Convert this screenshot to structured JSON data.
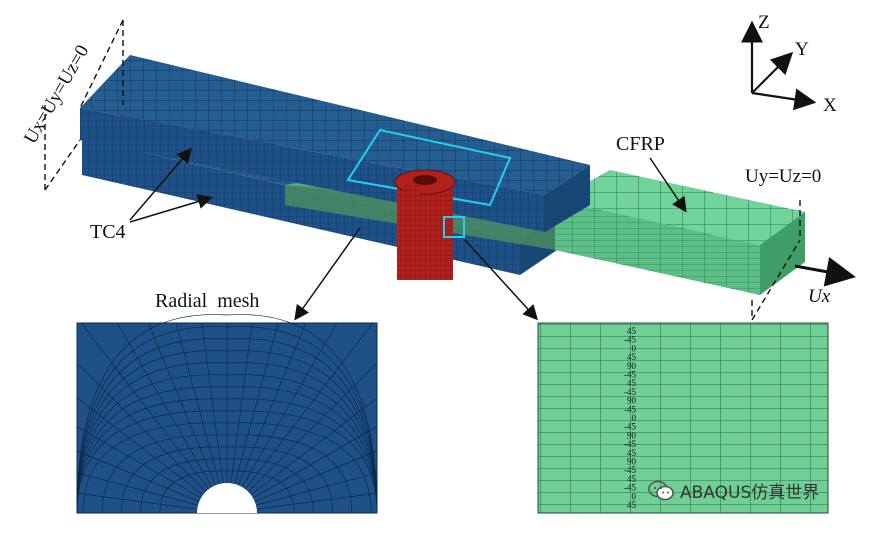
{
  "labels": {
    "bc_left": "Ux=Uy=Uz=0",
    "bc_right": "Uy=Uz=0",
    "load": "Ux",
    "tc4": "TC4",
    "cfrp": "CFRP",
    "radial_mesh": "Radial  mesh"
  },
  "axes": {
    "z": "Z",
    "y": "Y",
    "x": "X"
  },
  "ply_angles": [
    "45",
    "-45",
    "0",
    "45",
    "90",
    "-45",
    "45",
    "-45",
    "90",
    "-45",
    "0",
    "-45",
    "90",
    "-45",
    "45",
    "90",
    "-45",
    "45",
    "-45",
    "0",
    "45"
  ],
  "watermark": "ABAQUS仿真世界",
  "colors": {
    "tc4_top": "#245d8f",
    "tc4_front": "#1f5188",
    "tc4_side": "#184675",
    "cfrp_top": "#6fd39a",
    "cfrp_front": "#5bbf86",
    "bolt": "#b0201c",
    "highlight": "#22d0f0"
  }
}
